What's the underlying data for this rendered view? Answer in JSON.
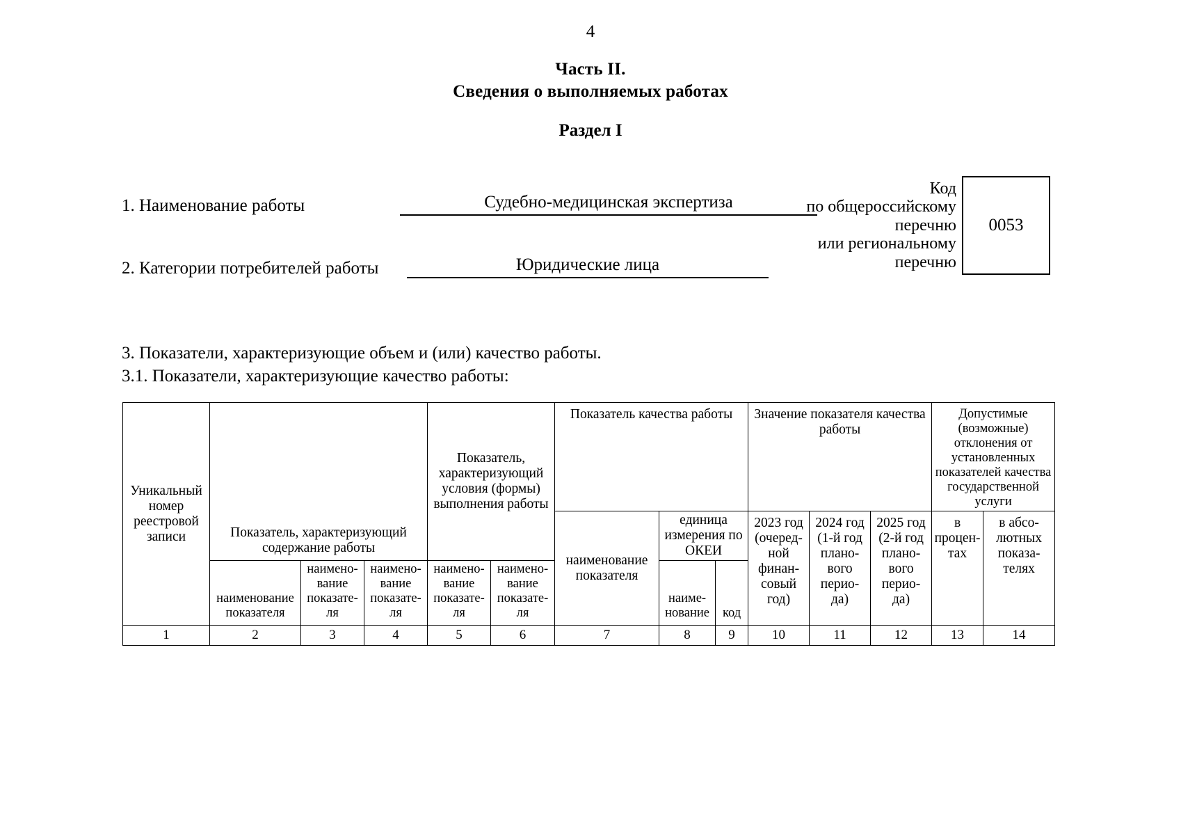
{
  "page": {
    "number": "4",
    "part_title": "Часть II.",
    "part_subtitle": "Сведения о выполняемых работах",
    "section_title": "Раздел I"
  },
  "fields": {
    "work_name_label": "1. Наименование работы",
    "work_name_value": "Судебно-медицинская экспертиза",
    "consumers_label": "2. Категории потребителей работы",
    "consumers_value": "Юридические лица"
  },
  "code_block": {
    "caption_line1": "Код",
    "caption_line2": "по общероссийскому",
    "caption_line3": "перечню",
    "caption_line4": "или региональному",
    "caption_line5": "перечню",
    "value": "0053"
  },
  "paragraphs": {
    "item3": "3. Показатели, характеризующие объем и (или) качество работы.",
    "item3_1": "3.1. Показатели, характеризующие качество работы:"
  },
  "table": {
    "headers": {
      "unique_registry_number": "Уникальный номер реестровой записи",
      "content_indicator": "Показатель, характеризующий содержание работы",
      "conditions_indicator": "Показатель, характеризующий условия (формы) выполнения работы",
      "quality_indicator": "Показатель качества работы",
      "quality_value": "Значение показателя качества работы",
      "allowed_deviations": "Допустимые (возможные) отклонения от установленных показателей качества государственной услуги",
      "indicator_name_full": "наименование показателя",
      "indicator_name_wrapped": "наимено- вание показате- ля",
      "quality_indicator_name": "наименование показателя",
      "unit_okei": "единица измерения по ОКЕИ",
      "unit_name": "наиме- нование",
      "unit_code": "код",
      "year_2023": "2023 год (очеред- ной финан- совый год)",
      "year_2024": "2024 год (1-й год плано- вого перио- да)",
      "year_2025": "2025 год (2-й год плано- вого перио- да)",
      "deviation_percent": "в процен- тах",
      "deviation_absolute": "в абсо- лютных показа- телях"
    },
    "column_numbers": [
      "1",
      "2",
      "3",
      "4",
      "5",
      "6",
      "7",
      "8",
      "9",
      "10",
      "11",
      "12",
      "13",
      "14"
    ],
    "rows": []
  }
}
